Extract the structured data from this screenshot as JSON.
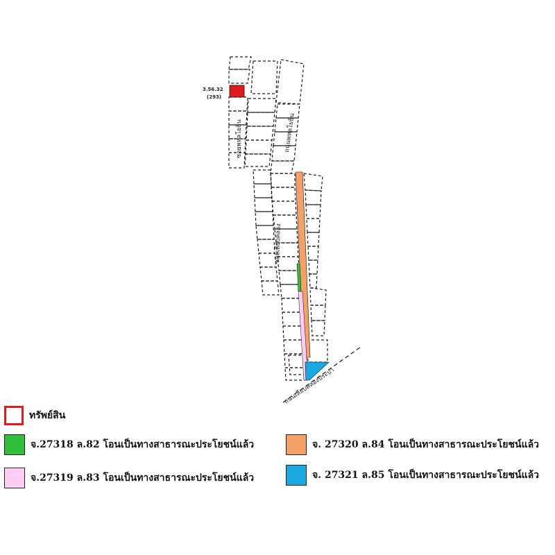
{
  "map": {
    "asset_label_code": "3.56.32",
    "asset_label_number": "(293)",
    "road_labels": [
      "ซอยพหลโยธิน",
      "ถนนพหลโยธิน",
      "ซอยเลียบคลอง",
      "ถนนเลียบคลองประปา"
    ],
    "colors": {
      "asset": "#e11b1b",
      "s2": "#2fbf3a",
      "s3": "#ffccf6",
      "s4": "#f5a065",
      "s5": "#1aa8e0"
    }
  },
  "legend": {
    "asset": "ทรัพย์สิน",
    "s2": "จ.27318 ล.82 โอนเป็นทางสาธารณะประโยชน์แล้ว",
    "s3": "จ.27319 ล.83 โอนเป็นทางสาธารณะประโยชน์แล้ว",
    "s4": "จ. 27320 ล.84 โอนเป็นทางสาธารณะประโยชน์แล้ว",
    "s5": "จ. 27321 ล.85 โอนเป็นทางสาธารณะประโยชน์แล้ว"
  }
}
